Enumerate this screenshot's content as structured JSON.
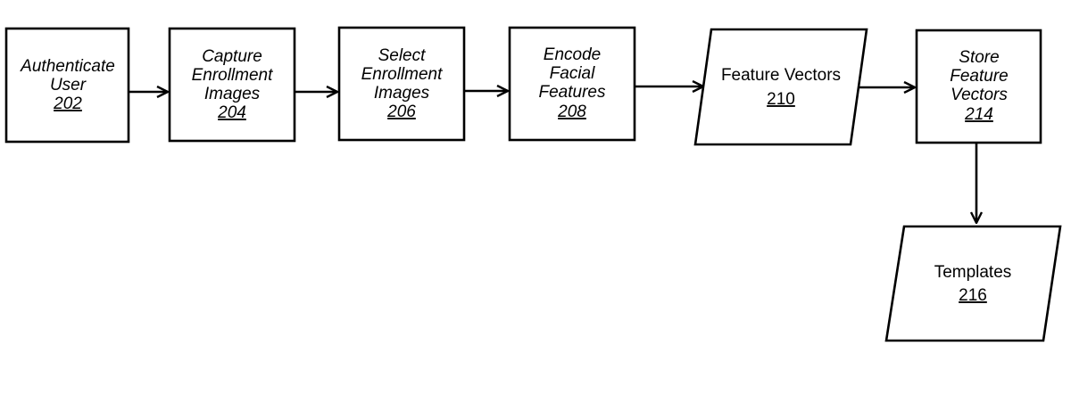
{
  "steps": {
    "authenticate_user": {
      "line1": "Authenticate",
      "line2": "User",
      "ref": "202"
    },
    "capture_enrollment_images": {
      "line1": "Capture",
      "line2": "Enrollment",
      "line3": "Images",
      "ref": "204"
    },
    "select_enrollment_images": {
      "line1": "Select",
      "line2": "Enrollment",
      "line3": "Images",
      "ref": "206"
    },
    "encode_facial_features": {
      "line1": "Encode",
      "line2": "Facial",
      "line3": "Features",
      "ref": "208"
    },
    "feature_vectors": {
      "line1": "Feature Vectors",
      "ref": "210"
    },
    "store_feature_vectors": {
      "line1": "Store",
      "line2": "Feature",
      "line3": "Vectors",
      "ref": "214"
    },
    "templates": {
      "line1": "Templates",
      "ref": "216"
    }
  },
  "colors": {
    "stroke": "#000000",
    "fill": "#ffffff",
    "text": "#000000"
  }
}
